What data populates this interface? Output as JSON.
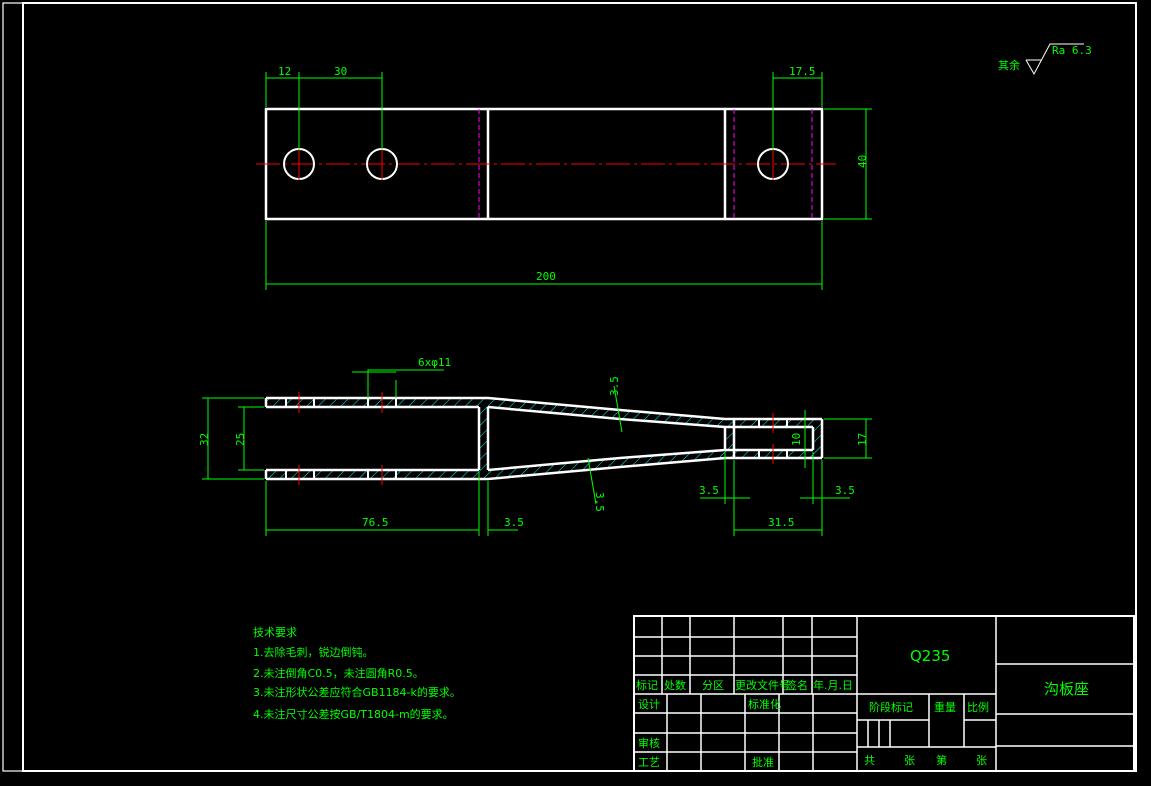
{
  "roughness": {
    "label": "其余",
    "value": "Ra 6.3"
  },
  "dimensions": {
    "d12": "12",
    "d30": "30",
    "d17_5": "17.5",
    "d40": "40",
    "d200": "200",
    "holes": "6xφ11",
    "t3_5_top": "3.5",
    "t3_5_bottom": "3.5",
    "d32": "32",
    "d25": "25",
    "d10": "10",
    "d17": "17",
    "d76_5": "76.5",
    "d3_5_a": "3.5",
    "d3_5_b": "3.5",
    "d3_5_c": "3.5",
    "d31_5": "31.5"
  },
  "tech_notes": {
    "title": "技术要求",
    "lines": [
      "1.去除毛刺，锐边倒钝。",
      "2.未注倒角C0.5，未注圆角R0.5。",
      "3.未注形状公差应符合GB1184-k的要求。",
      "4.未注尺寸公差按GB/T1804-m的要求。"
    ]
  },
  "title_block": {
    "material": "Q235",
    "part_name": "沟板座",
    "row_labels": [
      "标记",
      "处数",
      "分区",
      "更改文件号",
      "签名",
      "年.月.日"
    ],
    "design": "设计",
    "standardize": "标准化",
    "review": "审核",
    "process": "工艺",
    "approve": "批准",
    "stage_mark": "阶段标记",
    "weight": "重量",
    "scale": "比例",
    "sheet_total": "共",
    "sheet_unit1": "张",
    "sheet_no": "第",
    "sheet_unit2": "张"
  }
}
